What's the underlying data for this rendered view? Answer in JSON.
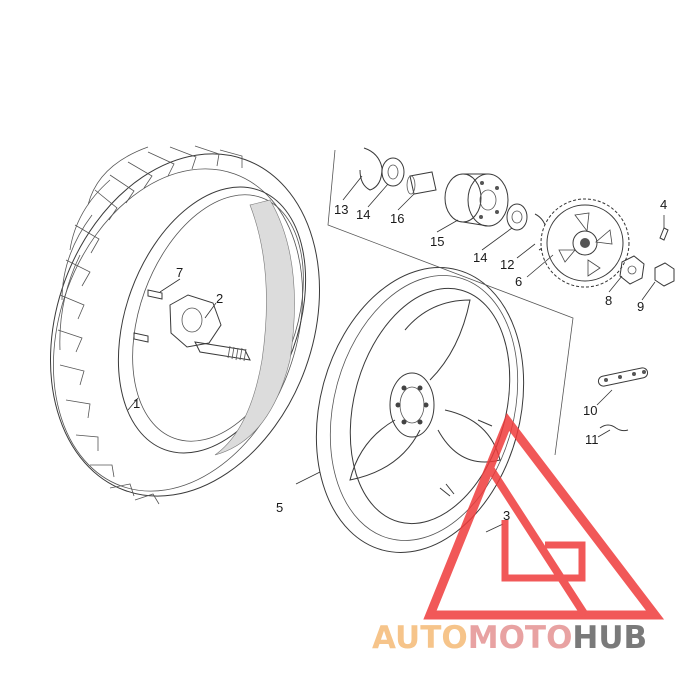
{
  "diagram": {
    "callouts": [
      {
        "id": "1",
        "label": "1"
      },
      {
        "id": "2",
        "label": "2"
      },
      {
        "id": "3",
        "label": "3"
      },
      {
        "id": "4",
        "label": "4"
      },
      {
        "id": "5",
        "label": "5"
      },
      {
        "id": "6",
        "label": "6"
      },
      {
        "id": "7",
        "label": "7"
      },
      {
        "id": "8",
        "label": "8"
      },
      {
        "id": "9",
        "label": "9"
      },
      {
        "id": "10",
        "label": "10"
      },
      {
        "id": "11",
        "label": "11"
      },
      {
        "id": "12",
        "label": "12"
      },
      {
        "id": "13",
        "label": "13"
      },
      {
        "id": "14a",
        "label": "14"
      },
      {
        "id": "14b",
        "label": "14"
      },
      {
        "id": "15",
        "label": "15"
      },
      {
        "id": "16",
        "label": "16"
      }
    ]
  },
  "watermark": {
    "text_part1": "AUTO",
    "text_part2": "MOTO",
    "text_part3": "HUB",
    "color_part1": "#f6c48a",
    "color_part2": "#e8a2a2",
    "color_part3": "#7a7a7a",
    "logo_color": "#ef3b3b"
  }
}
